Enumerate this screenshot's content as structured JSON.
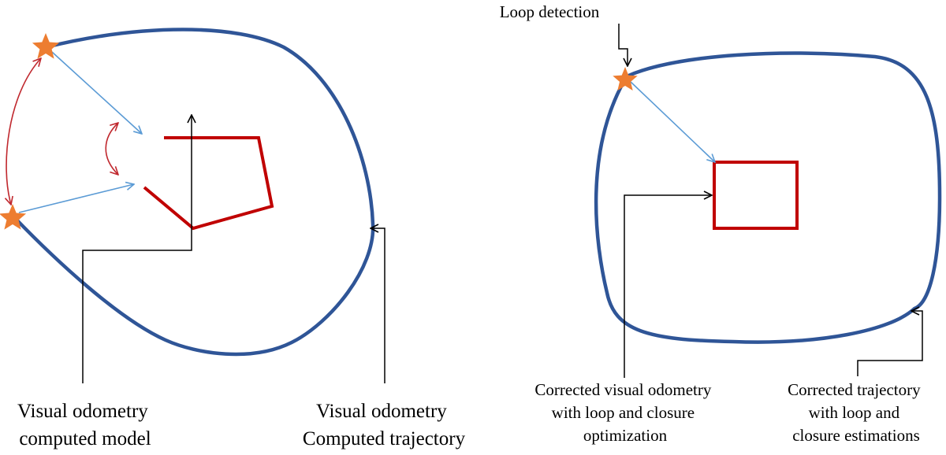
{
  "labels": {
    "vo_model": [
      "Visual  odometry",
      "computed model"
    ],
    "vo_trajectory": [
      "Visual  odometry",
      "Computed trajectory"
    ],
    "loop_detection": "Loop detection",
    "corrected_vo": [
      "Corrected visual odometry",
      "with loop and closure",
      "optimization"
    ],
    "corrected_trajectory": [
      "Corrected trajectory",
      "with loop and",
      "closure estimations"
    ]
  },
  "colors": {
    "trajectory": "#2f5597",
    "model": "#c00000",
    "link_arrow": "#5b9bd5",
    "match_arrow": "#c0282e",
    "star": "#ed7d31",
    "leader": "#000000"
  },
  "icons": {
    "loop_point": "star-icon"
  }
}
